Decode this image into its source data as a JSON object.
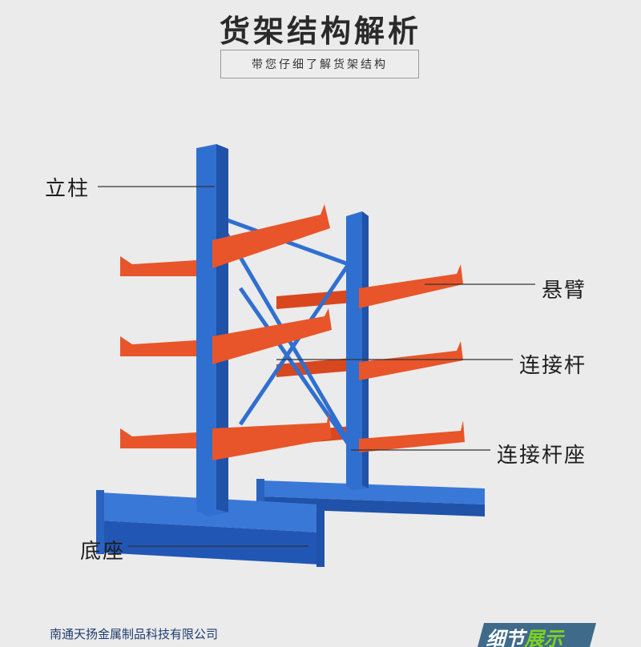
{
  "header": {
    "title": "货架结构解析",
    "subtitle": "带您仔细了解货架结构"
  },
  "labels": {
    "upright": "立柱",
    "arm": "悬臂",
    "brace": "连接杆",
    "brace_seat": "连接杆座",
    "base": "底座"
  },
  "footer": {
    "company": "南通天扬金属制品科技有限公司",
    "badge_text": "细节",
    "badge_accent": "展示"
  },
  "colors": {
    "upright_blue": "#2f6fd0",
    "arm_orange": "#e8552a",
    "background": "#ebebeb",
    "leader_line": "#333333"
  }
}
